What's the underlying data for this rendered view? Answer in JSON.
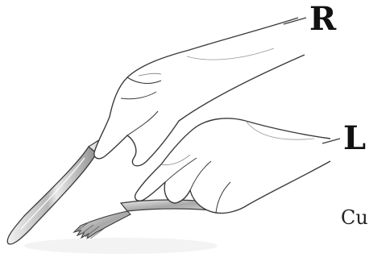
{
  "labels": {
    "right": "R",
    "left": "L",
    "caption": "Cu"
  },
  "colors": {
    "outline": "#3a3a3a",
    "skin": "#ffffff",
    "shade": "#d9d9d9",
    "steel": "#9a9a9a",
    "steel_light": "#e6e6e6"
  }
}
